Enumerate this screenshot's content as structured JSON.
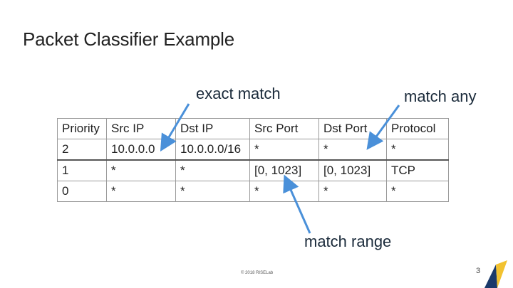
{
  "slide": {
    "title": "Packet Classifier Example",
    "page_number": "3",
    "footer_copyright": "© 2018 RISELab"
  },
  "annotations": {
    "exact_match": "exact match",
    "match_any": "match any",
    "match_range": "match range"
  },
  "table": {
    "headers": [
      "Priority",
      "Src IP",
      "Dst IP",
      "Src Port",
      "Dst Port",
      "Protocol"
    ],
    "rows": [
      [
        "2",
        "10.0.0.0",
        "10.0.0.0/16",
        "*",
        "*",
        "*"
      ],
      [
        "1",
        "*",
        "*",
        "[0, 1023]",
        "[0, 1023]",
        "TCP"
      ],
      [
        "0",
        "*",
        "*",
        "*",
        "*",
        "*"
      ]
    ]
  },
  "colors": {
    "arrow": "#4a90d9",
    "logo_blue": "#1b3a6b",
    "logo_yellow": "#f2c230"
  },
  "icons": {
    "logo": "riselab-logo"
  }
}
